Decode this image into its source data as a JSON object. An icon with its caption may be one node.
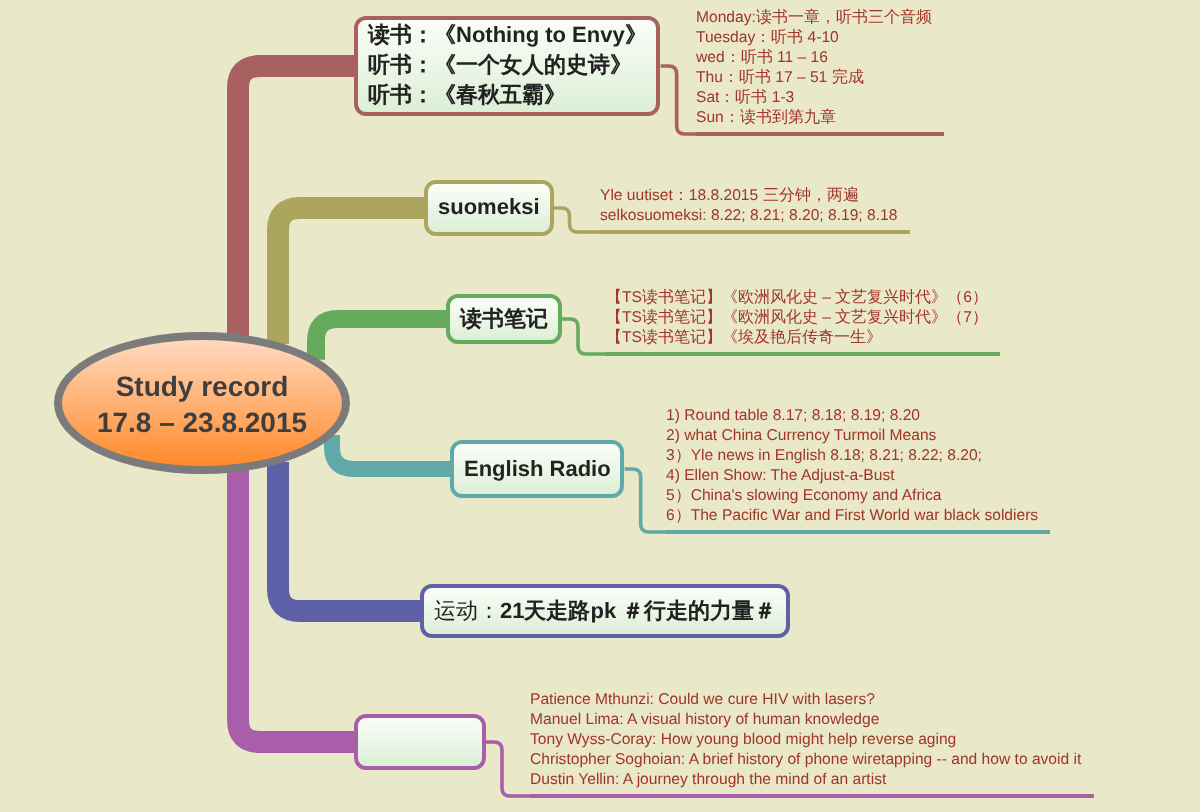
{
  "diagram": {
    "nodes": [
      {
        "text": [
          "Study record",
          "17.8 – 23.8.2015"
        ]
      },
      {
        "text": [
          "读书：《Nothing to Envy》",
          "听书：《一个女人的史诗》",
          "听书：《春秋五霸》"
        ]
      },
      {
        "text": [
          "Monday:读书一章，听书三个音频",
          "Tuesday：听书 4-10",
          "wed：听书 11 – 16",
          "Thu：听书 17 – 51 完成",
          "Sat：听书 1-3",
          "Sun：读书到第九章"
        ]
      },
      {
        "text": [
          "suomeksi"
        ]
      },
      {
        "text": [
          "Yle uutiset：18.8.2015 三分钟，两遍",
          "selkosuomeksi: 8.22; 8.21; 8.20; 8.19;  8.18"
        ]
      },
      {
        "text": [
          "读书笔记"
        ]
      },
      {
        "text": [
          "【TS读书笔记】《欧洲风化史 – 文艺复兴时代》（6）",
          "【TS读书笔记】《欧洲风化史 – 文艺复兴时代》（7）",
          "【TS读书笔记】《埃及艳后传奇一生》"
        ]
      },
      {
        "text": [
          "English Radio"
        ]
      },
      {
        "text": [
          "1) Round table 8.17; 8.18;  8.19;  8.20",
          "2) what China Currency Turmoil Means",
          "3）Yle news in English  8.18; 8.21; 8.22; 8.20;",
          "4) Ellen Show: The Adjust-a-Bust",
          "5）China's slowing Economy and Africa",
          "6）The Pacific War and First World war black soldiers"
        ]
      },
      {
        "text": [
          "运动：**21天走路pk ＃行走的力量＃**"
        ]
      },
      {
        "text": [],
        "shape": "box"
      },
      {
        "text": [
          "Patience Mthunzi: Could we cure HIV with lasers?",
          "Manuel Lima: A visual history of human knowledge",
          "Tony Wyss-Coray: How young blood might help reverse aging",
          "Christopher Soghoian: A brief history of phone wiretapping -- and how to avoid it",
          "Dustin Yellin: A journey through the mind of an artist"
        ]
      }
    ],
    "edges": [
      {
        "from": 0,
        "to": 1,
        "arrow": "none",
        "color": "#a86060"
      },
      {
        "from": 0,
        "to": 3,
        "arrow": "none",
        "color": "#aca55e"
      },
      {
        "from": 0,
        "to": 5,
        "arrow": "none",
        "color": "#66aa5e"
      },
      {
        "from": 0,
        "to": 7,
        "arrow": "none",
        "color": "#5faaa8"
      },
      {
        "from": 0,
        "to": 9,
        "arrow": "none",
        "color": "#5e60a8"
      },
      {
        "from": 0,
        "to": 10,
        "arrow": "none",
        "color": "#a85ea8"
      },
      {
        "from": 1,
        "to": 2,
        "arrow": "none",
        "color": "#a86060"
      },
      {
        "from": 3,
        "to": 4,
        "arrow": "none",
        "color": "#aca55e"
      },
      {
        "from": 5,
        "to": 6,
        "arrow": "none",
        "color": "#66aa5e"
      },
      {
        "from": 7,
        "to": 8,
        "arrow": "none",
        "color": "#5faaa8"
      },
      {
        "from": 10,
        "to": 11,
        "arrow": "none",
        "color": "#a85ea8"
      }
    ]
  }
}
